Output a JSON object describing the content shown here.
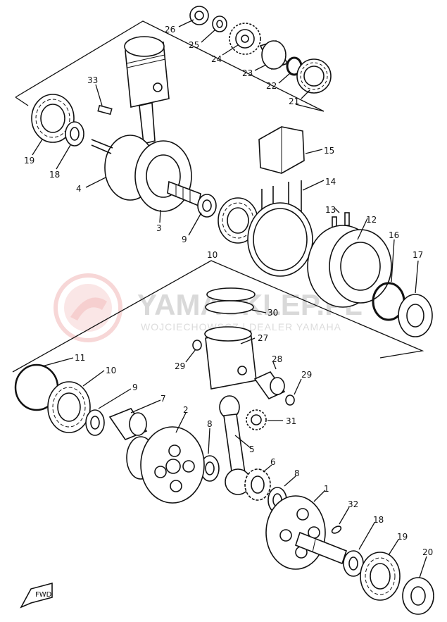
{
  "watermark": {
    "brand": "YAMASKLEP.PL",
    "subtitle": "WOJCIECHOWSCZ | DEALER YAMAHA",
    "logo_color": "#f2b8b8"
  },
  "fwd_label": "FWD",
  "callouts": {
    "c1": "1",
    "c2": "2",
    "c3": "3",
    "c4": "4",
    "c5": "5",
    "c6": "6",
    "c7": "7",
    "c8a": "8",
    "c8b": "8",
    "c9a": "9",
    "c9b": "9",
    "c10a": "10",
    "c10b": "10",
    "c11": "11",
    "c12": "12",
    "c13": "13",
    "c14": "14",
    "c15": "15",
    "c16": "16",
    "c17": "17",
    "c18a": "18",
    "c18b": "18",
    "c19a": "19",
    "c19b": "19",
    "c20": "20",
    "c21": "21",
    "c22": "22",
    "c23": "23",
    "c24": "24",
    "c25": "25",
    "c26": "26",
    "c27": "27",
    "c28": "28",
    "c29a": "29",
    "c29b": "29",
    "c30": "30",
    "c31": "31",
    "c32": "32",
    "c33": "33"
  }
}
